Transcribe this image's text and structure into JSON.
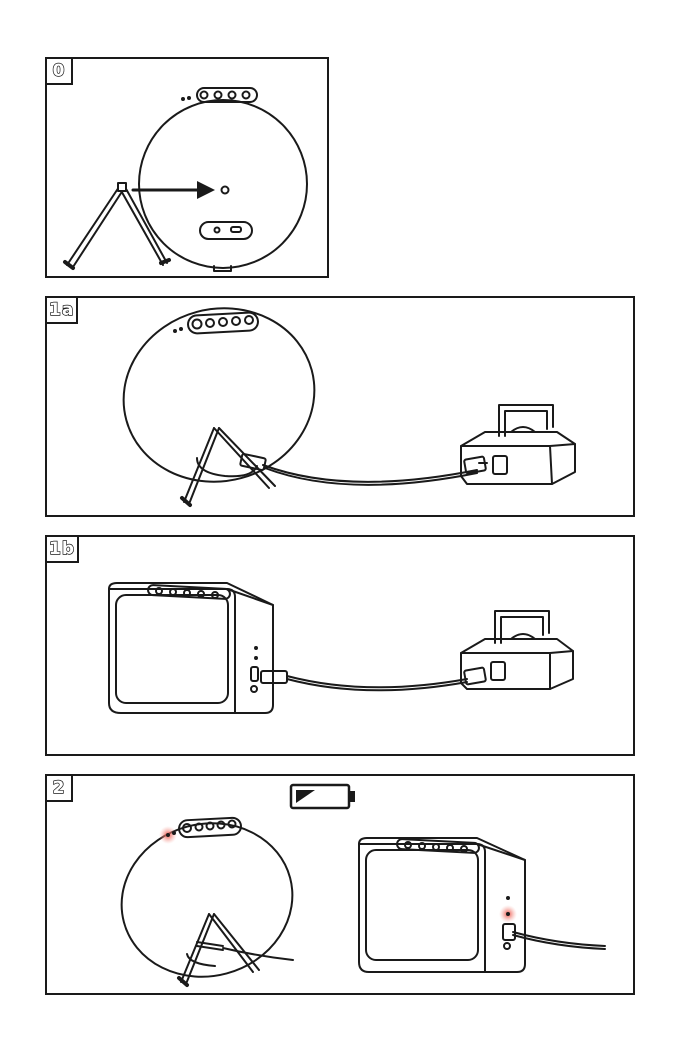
{
  "steps": [
    {
      "id": "0",
      "label": "0",
      "illustration": "stand-attach-diagram"
    },
    {
      "id": "1a",
      "label": "1a",
      "illustration": "round-speaker-charging-diagram"
    },
    {
      "id": "1b",
      "label": "1b",
      "illustration": "box-speaker-charging-diagram"
    },
    {
      "id": "2",
      "label": "2",
      "illustration": "charging-indicator-diagram"
    }
  ],
  "icons": {
    "battery": "battery-charging-icon",
    "arrow": "arrow-right-icon",
    "charge_led_color": "#e8463c"
  },
  "colors": {
    "line": "#1a1a1a",
    "background": "#ffffff"
  }
}
